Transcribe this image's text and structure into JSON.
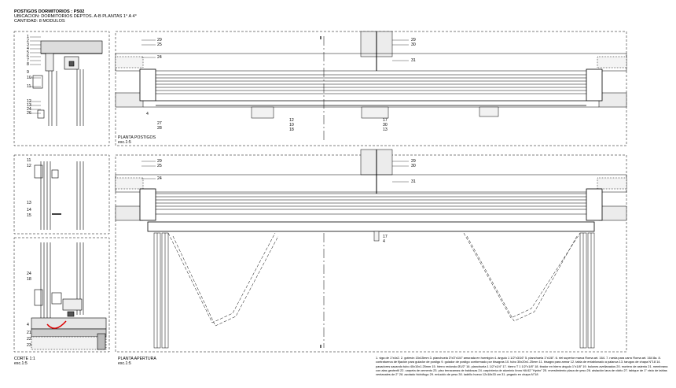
{
  "header": {
    "title": "POSTIGOS DORMITORIOS : PS02",
    "location": "UBICACION: DORMITORIOS DEPTOS. A-B PLANTAS 1° A 4°",
    "quantity": "CANTIDAD: 8 MODULOS"
  },
  "views": {
    "section": {
      "name": "CORTE 1:1",
      "scale": "esc.1:5"
    },
    "plan_closed": {
      "name": "PLANTA POSTIGOS",
      "scale": "esc.1:5"
    },
    "plan_open": {
      "name": "PLANTA APERTURA",
      "scale": "esc.1:5"
    }
  },
  "callouts": {
    "section_top": [
      "1",
      "2",
      "3",
      "4",
      "5",
      "6",
      "7",
      "8",
      "9",
      "10",
      "11",
      "12",
      "13",
      "24",
      "26"
    ],
    "section_mid": [
      "11",
      "12",
      "13",
      "14",
      "15"
    ],
    "section_bottom": [
      "24",
      "18",
      "4",
      "21",
      "22",
      "23"
    ],
    "plan1_left_top": [
      "29",
      "25",
      "24"
    ],
    "plan1_left_bottom": [
      "4",
      "27",
      "28"
    ],
    "plan1_wall": [
      "29",
      "30"
    ],
    "plan1_wall_bottom": [
      "31"
    ],
    "plan1_lower_left": [
      "12",
      "10",
      "18"
    ],
    "plan1_lower_right": [
      "17",
      "30",
      "13"
    ],
    "plan2_left_top": [
      "29",
      "25",
      "24"
    ],
    "plan2_wall": [
      "29",
      "30"
    ],
    "plan2_wall_bottom": [
      "31"
    ],
    "plan2_lower": [
      "17",
      "4"
    ]
  },
  "notes": "1. viga de 1\"x4x2. 2. goterón 15x15mm 3. planchuela 3\"x3\"x1/4\" amurada en hormigón 4. ángulo 1 1/2\"x3/16\" 5. planchuela 1\"x1/8\". 6. riel superior marca Roma art. 164. 7. rueda para carro Roma art. 164 8a. 8. contratuerca de fijación para guiador de postigo 9. guiador de postigo conformado por bisagras 10. tubo 30x20x1.25mm 11. bisagra para armar 12. tabla de entablonado a palanca 13. tarugos de chapa N°18 14. pasadores sacando tubo 40x10x1.25mm 15. hierro redondo Ø1/2\" 16. planchuela 1 1/2\"x1/4\" 17. hierro T 1 1/2\"x1/8\" 18. tirador en hierro ángulo 1\"x1/8\" 19. bulones avellanados 20. mortero de asiento 21. membrana con alas geotextil 22. carpeta de cemento 23. piso terracamas de baldosas 24. carpintería de aluminio línea HA 62 \"Hydro\" 25. revestimiento placa de yeso 26. aislación lana de vidrio 27. tabique de 1\" visto de tablas ventanales de 2\" 28. azotado hidrófugo 29. enlucido de yeso 30. ladrillo hueco 12x18x33 cm 31. pegado en chapa N°18"
}
